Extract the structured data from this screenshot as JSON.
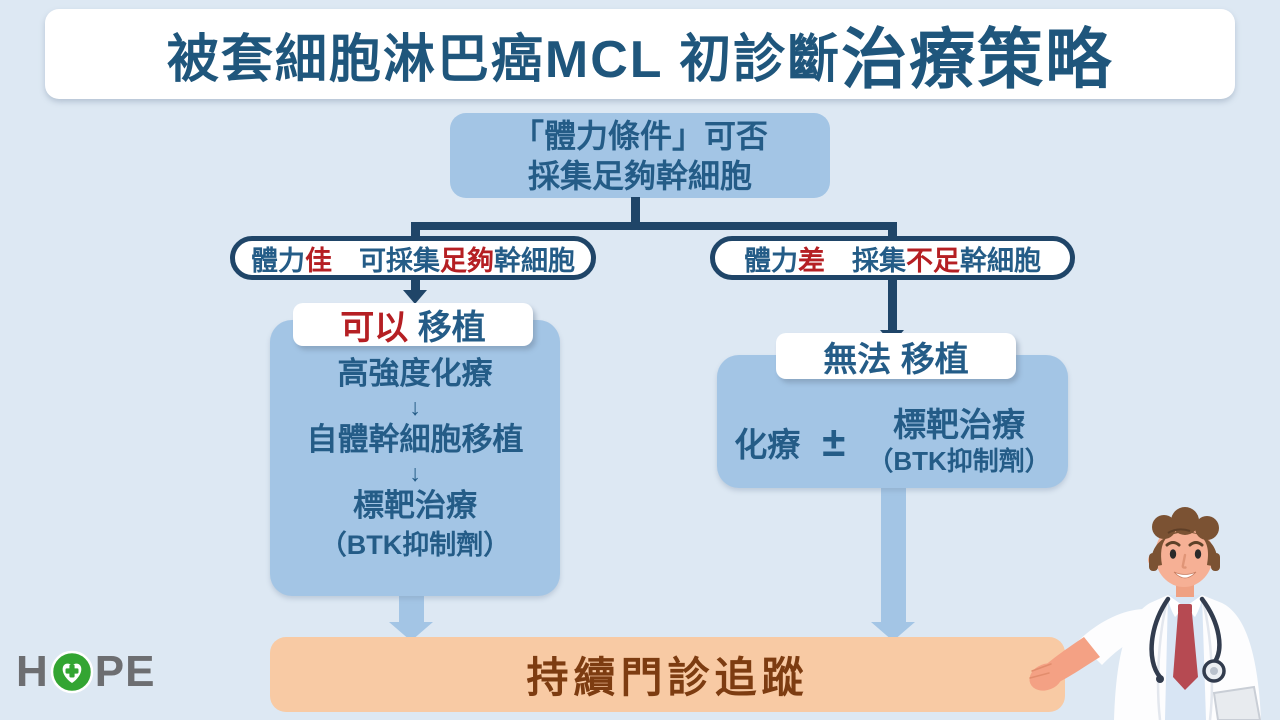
{
  "colors": {
    "background": "#dde8f3",
    "box_blue": "#a3c5e5",
    "navy_text": "#245c87",
    "navy_line": "#1f4568",
    "red_accent": "#b51f23",
    "orange_bar": "#f8caa4",
    "brown_text": "#7d3c11",
    "logo_gray": "#6d6e71",
    "logo_green": "#33a532"
  },
  "title": {
    "main": "被套細胞淋巴癌MCL 初診斷",
    "emphasis": "治療策略"
  },
  "flow": {
    "root": {
      "line1": "「體力條件」可否",
      "line2": "採集足夠幹細胞"
    },
    "left_condition": {
      "t1": "體力",
      "t2": "佳",
      "t3": "　可採集",
      "t4": "足夠",
      "t5": "幹細胞"
    },
    "right_condition": {
      "t1": "體力",
      "t2": "差",
      "t3": "　採集",
      "t4": "不足",
      "t5": "幹細胞"
    },
    "left_label": {
      "em": "可以",
      "rest": " 移植"
    },
    "right_label": {
      "text": "無法 移植"
    },
    "left_steps": {
      "step1": "高強度化療",
      "arrow": "↓",
      "step2": "自體幹細胞移植",
      "step3": "標靶治療",
      "step3_sub": "（BTK抑制劑）"
    },
    "right_content": {
      "chemo": "化療",
      "plusminus": "±",
      "targeted": "標靶治療",
      "targeted_sub": "（BTK抑制劑）"
    },
    "outcome": "持續門診追蹤"
  },
  "logo": {
    "part1": "H",
    "part2": "PE",
    "icon": "heart-cross-icon"
  },
  "illustration": "doctor-character"
}
